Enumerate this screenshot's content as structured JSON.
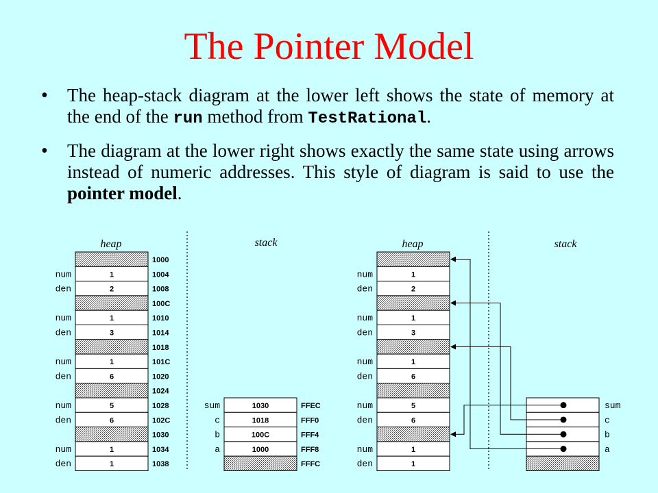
{
  "title": "The Pointer Model",
  "bullets": [
    {
      "text1": "The heap-stack diagram at the lower left shows the state of memory at the end of the ",
      "code1": "run",
      "text2": " method from ",
      "code2": "TestRational",
      "text3": "."
    },
    {
      "text1": "The diagram at the lower right shows exactly the same state using arrows instead of numeric addresses.  This style of diagram is said to use the ",
      "bold": "pointer model",
      "text2": "."
    }
  ],
  "left_diagram": {
    "heap_label": "heap",
    "stack_label": "stack",
    "heap_cells": [
      {
        "label": "",
        "value": "",
        "addr": "1000",
        "hatched": true
      },
      {
        "label": "num",
        "value": "1",
        "addr": "1004",
        "hatched": false
      },
      {
        "label": "den",
        "value": "2",
        "addr": "1008",
        "hatched": false
      },
      {
        "label": "",
        "value": "",
        "addr": "100C",
        "hatched": true
      },
      {
        "label": "num",
        "value": "1",
        "addr": "1010",
        "hatched": false
      },
      {
        "label": "den",
        "value": "3",
        "addr": "1014",
        "hatched": false
      },
      {
        "label": "",
        "value": "",
        "addr": "1018",
        "hatched": true
      },
      {
        "label": "num",
        "value": "1",
        "addr": "101C",
        "hatched": false
      },
      {
        "label": "den",
        "value": "6",
        "addr": "1020",
        "hatched": false
      },
      {
        "label": "",
        "value": "",
        "addr": "1024",
        "hatched": true
      },
      {
        "label": "num",
        "value": "5",
        "addr": "1028",
        "hatched": false
      },
      {
        "label": "den",
        "value": "6",
        "addr": "102C",
        "hatched": false
      },
      {
        "label": "",
        "value": "",
        "addr": "1030",
        "hatched": true
      },
      {
        "label": "num",
        "value": "1",
        "addr": "1034",
        "hatched": false
      },
      {
        "label": "den",
        "value": "1",
        "addr": "1038",
        "hatched": false
      }
    ],
    "stack_cells": [
      {
        "label": "sum",
        "value": "1030",
        "addr": "FFEC",
        "hatched": false
      },
      {
        "label": "c",
        "value": "1018",
        "addr": "FFF0",
        "hatched": false
      },
      {
        "label": "b",
        "value": "100C",
        "addr": "FFF4",
        "hatched": false
      },
      {
        "label": "a",
        "value": "1000",
        "addr": "FFF8",
        "hatched": false
      },
      {
        "label": "",
        "value": "",
        "addr": "FFFC",
        "hatched": true
      }
    ]
  },
  "right_diagram": {
    "heap_label": "heap",
    "stack_label": "stack",
    "heap_cells": [
      {
        "label": "",
        "value": "",
        "hatched": true
      },
      {
        "label": "num",
        "value": "1",
        "hatched": false
      },
      {
        "label": "den",
        "value": "2",
        "hatched": false
      },
      {
        "label": "",
        "value": "",
        "hatched": true
      },
      {
        "label": "num",
        "value": "1",
        "hatched": false
      },
      {
        "label": "den",
        "value": "3",
        "hatched": false
      },
      {
        "label": "",
        "value": "",
        "hatched": true
      },
      {
        "label": "num",
        "value": "1",
        "hatched": false
      },
      {
        "label": "den",
        "value": "6",
        "hatched": false
      },
      {
        "label": "",
        "value": "",
        "hatched": true
      },
      {
        "label": "num",
        "value": "5",
        "hatched": false
      },
      {
        "label": "den",
        "value": "6",
        "hatched": false
      },
      {
        "label": "",
        "value": "",
        "hatched": true
      },
      {
        "label": "num",
        "value": "1",
        "hatched": false
      },
      {
        "label": "den",
        "value": "1",
        "hatched": false
      }
    ],
    "stack_cells": [
      {
        "label": "sum",
        "hatched": false,
        "points_to_heap_index": 12
      },
      {
        "label": "c",
        "hatched": false,
        "points_to_heap_index": 6
      },
      {
        "label": "b",
        "hatched": false,
        "points_to_heap_index": 3
      },
      {
        "label": "a",
        "hatched": false,
        "points_to_heap_index": 0
      },
      {
        "label": "",
        "hatched": true,
        "points_to_heap_index": null
      }
    ]
  }
}
